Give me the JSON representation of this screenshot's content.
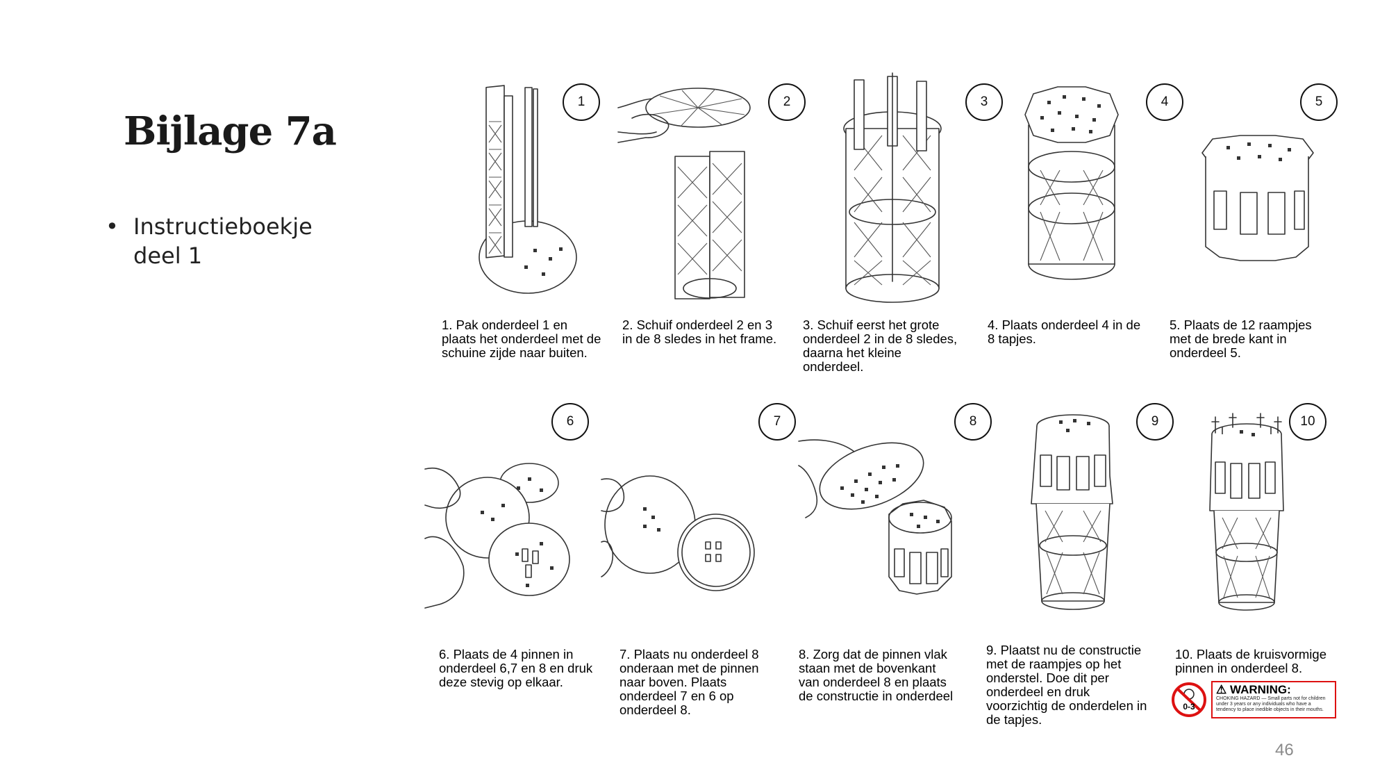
{
  "slide": {
    "title": "Bijlage 7a",
    "bullet": "Instructieboekje deel 1",
    "page_number": "46"
  },
  "steps": [
    {
      "number": "1",
      "caption": "1. Pak onderdeel 1 en\nplaats het onderdeel met de\nschuine zijde naar buiten."
    },
    {
      "number": "2",
      "caption": "2. Schuif onderdeel 2 en 3\nin de 8 sledes in het frame."
    },
    {
      "number": "3",
      "caption": "3. Schuif eerst het grote\nonderdeel 2 in de 8 sledes,\ndaarna het kleine\nonderdeel."
    },
    {
      "number": "4",
      "caption": "4. Plaats onderdeel 4 in de\n8 tapjes."
    },
    {
      "number": "5",
      "caption": "5. Plaats de 12 raampjes\nmet de brede kant in\nonderdeel 5."
    },
    {
      "number": "6",
      "caption": "6. Plaats de 4 pinnen in\nonderdeel 6,7 en 8 en druk\ndeze stevig op elkaar."
    },
    {
      "number": "7",
      "caption": "7. Plaats nu onderdeel 8\nonderaan met de pinnen\nnaar boven. Plaats\nonderdeel 7 en 6 op\nonderdeel 8."
    },
    {
      "number": "8",
      "caption": "8. Zorg dat de pinnen vlak\nstaan met de bovenkant\nvan onderdeel 8 en plaats\nde constructie in onderdeel"
    },
    {
      "number": "9",
      "caption": "9. Plaatst nu de constructie\nmet de raampjes op het\nonderstel. Doe dit per\nonderdeel en druk\nvoorzichtig de onderdelen in\nde tapjes."
    },
    {
      "number": "10",
      "caption": "10. Plaats de kruisvormige\npinnen in onderdeel 8."
    }
  ],
  "warning_label": {
    "age": "0-3",
    "heading": "WARNING:",
    "text": "CHOKING HAZARD — Small parts not for children under 3 years or any individuals who have a tendency to place inedible objects in their mouths.",
    "accent_color": "#d11111"
  }
}
